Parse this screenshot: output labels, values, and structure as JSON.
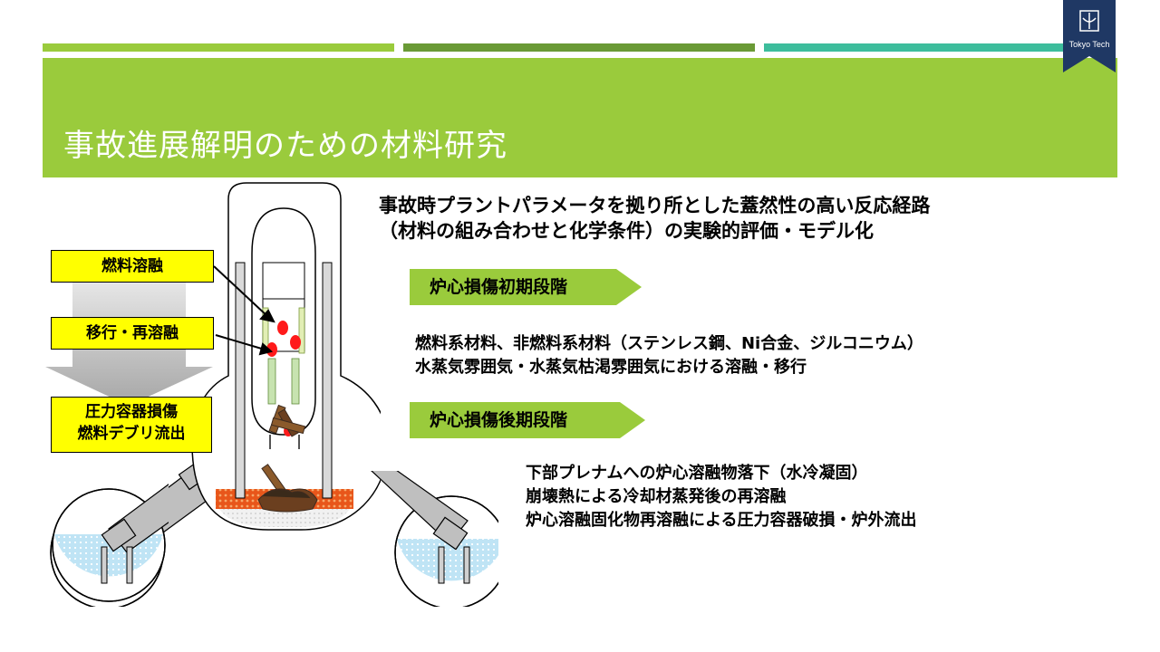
{
  "slide": {
    "title": "事故進展解明のための材料研究",
    "logo_text": "Tokyo Tech",
    "headline_lines": [
      "事故時プラントパラメータを拠り所とした蓋然性の高い反応経路",
      "（材料の組み合わせと化学条件）の実験的評価・モデル化"
    ]
  },
  "stages": {
    "early": {
      "label": "炉心損傷初期段階",
      "lines": [
        "燃料系材料、非燃料系材料（ステンレス鋼、Ni合金、ジルコニウム）",
        "水蒸気雰囲気・水蒸気枯渇雰囲気における溶融・移行"
      ]
    },
    "late": {
      "label": "炉心損傷後期段階",
      "lines": [
        "下部プレナムへの炉心溶融物落下（水冷凝固）",
        "崩壊熱による冷却材蒸発後の再溶融",
        "炉心溶融固化物再溶融による圧力容器破損・炉外流出"
      ]
    }
  },
  "diagram_labels": {
    "fuel_melt": "燃料溶融",
    "relocation": "移行・再溶融",
    "vessel_failure_lines": [
      "圧力容器損傷",
      "燃料デブリ流出"
    ]
  },
  "colors": {
    "banner": "#9acb3c",
    "bar_light": "#9acb3c",
    "bar_dark": "#6a9a36",
    "bar_teal": "#3dbd9c",
    "logo": "#1f3864",
    "label_box": "#ffff00",
    "stage_arrow": "#9acb3c",
    "molten": "#e8561a",
    "water": "#bfe4f5"
  },
  "icons": [
    "tokyo-tech-logo-icon",
    "down-arrow-icon",
    "pointer-arrow-icon",
    "stage-chevron-icon"
  ]
}
